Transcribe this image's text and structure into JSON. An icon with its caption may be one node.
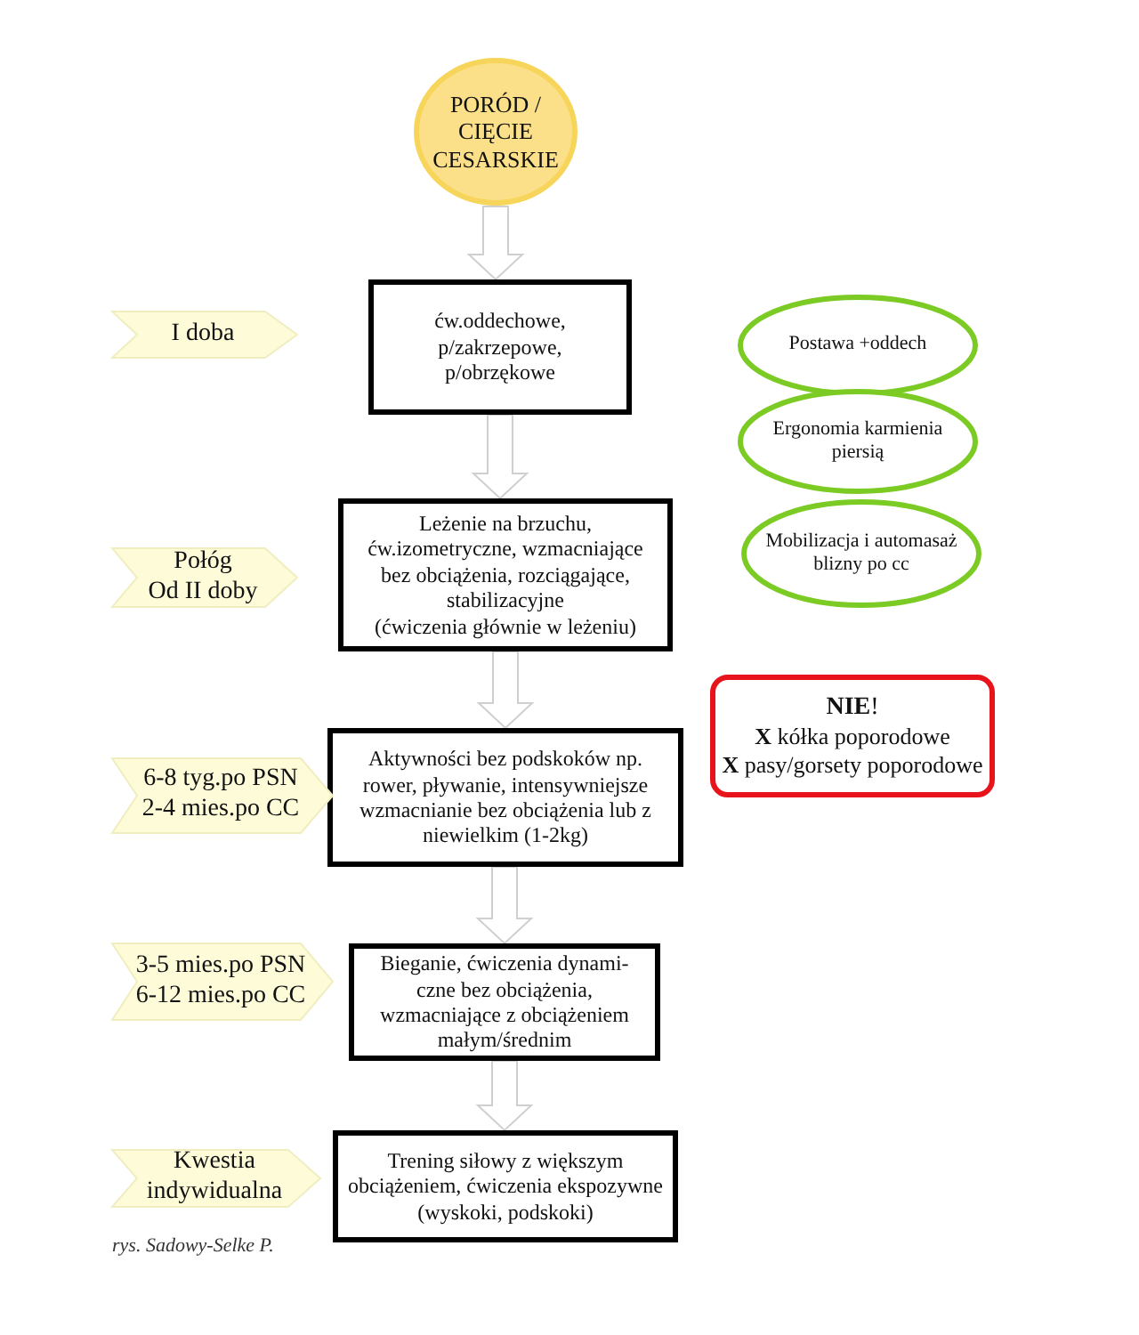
{
  "diagram": {
    "nodes": [
      {
        "text": [
          "PORÓD / CIĘCIE CESARSKIE"
        ]
      },
      {
        "text": [
          "ćw.oddechowe, p/zakrzepowe, p/obrzękowe"
        ]
      },
      {
        "text": [
          "Leżenie na brzuchu, ćw.izometryczne, wzmacniające bez obciążenia, rozciągające, stabilizacyjne",
          "(ćwiczenia głównie w leżeniu)"
        ]
      },
      {
        "text": [
          "Aktywności bez podskoków np. rower, pływanie, intensywniejsze wzmacnianie bez obciążenia lub z niewielkim (1-2kg)"
        ]
      },
      {
        "text": [
          "Bieganie, ćwiczenia dynami-czne bez obciążenia, wzmacniające z obciążeniem małym/średnim"
        ]
      },
      {
        "text": [
          "Trening siłowy z większym obciążeniem, ćwiczenia ekspozywne (wyskoki, podskoki)"
        ]
      },
      {
        "text": [
          "I doba"
        ]
      },
      {
        "text": [
          "Połóg",
          "Od II doby"
        ]
      },
      {
        "text": [
          "6-8 tyg.po PSN",
          "2-4 mies.po CC"
        ]
      },
      {
        "text": [
          "3-5 mies.po PSN",
          "6-12 mies.po CC"
        ]
      },
      {
        "text": [
          "Kwestia indywidualna"
        ]
      },
      {
        "text": [
          "Postawa +oddech"
        ]
      },
      {
        "text": [
          "Ergonomia karmienia piersią"
        ]
      },
      {
        "text": [
          "Mobilizacja i automasaż blizny po cc"
        ]
      },
      {
        "text": [
          "**NIE**!",
          "**X** kółka poporodowe",
          "**X** pasy/gorsety poporodowe"
        ]
      }
    ],
    "edges": [
      {
        "from": 0,
        "to": 1,
        "arrow": "to"
      },
      {
        "from": 1,
        "to": 2,
        "arrow": "to"
      },
      {
        "from": 2,
        "to": 3,
        "arrow": "to"
      },
      {
        "from": 3,
        "to": 4,
        "arrow": "to"
      },
      {
        "from": 4,
        "to": 5,
        "arrow": "to"
      }
    ],
    "caption": "rys. Sadowy-Selke P."
  }
}
